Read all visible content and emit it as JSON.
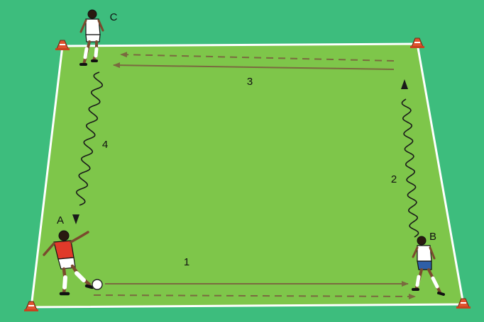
{
  "diagram": {
    "player_labels": {
      "a": "A",
      "b": "B",
      "c": "C"
    },
    "step_labels": {
      "pass_a_to_b": "1",
      "dribble_b": "2",
      "pass_b_to_c": "3",
      "dribble_c": "4"
    }
  },
  "colors": {
    "background": "#3dbd7d",
    "pitch": "#7ec64a",
    "pitch_edge": "#ffffff",
    "pass_line": "#7a6a3f",
    "cone": "#e0522f",
    "jersey_attacker": "#e03a2a",
    "jersey_defender": "#ffffff",
    "shorts_b": "#2f5fa8",
    "skin": "#7a4a2e"
  },
  "icons": {
    "cone": "cone-icon",
    "ball": "ball-icon",
    "player": "player-icon"
  }
}
